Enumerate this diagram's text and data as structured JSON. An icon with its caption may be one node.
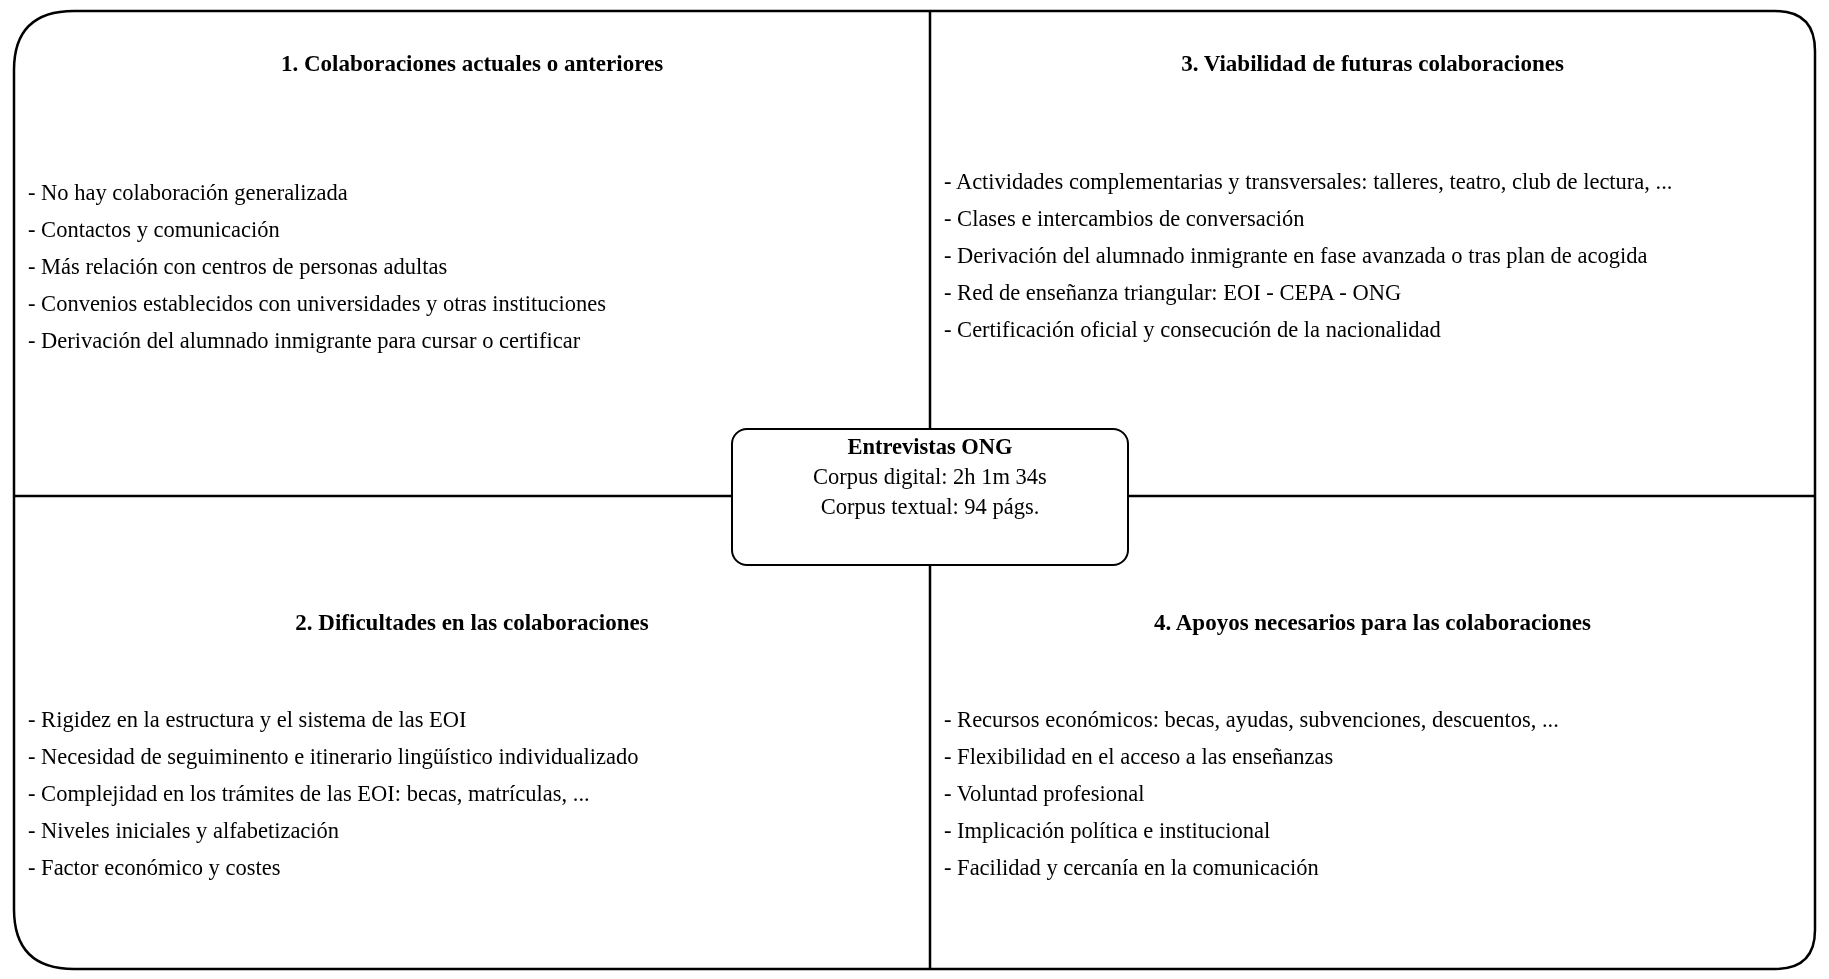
{
  "diagram": {
    "nodes": [
      {
        "text": [
          "1. Colaboraciones actuales o anteriores",
          "- No hay colaboración generalizada",
          "- Contactos y comunicación",
          "- Más relación con centros de personas adultas",
          "- Convenios establecidos con universidades y otras instituciones",
          "- Derivación del alumnado inmigrante para cursar o certificar"
        ]
      },
      {
        "text": [
          "3. Viabilidad de futuras colaboraciones",
          "- Actividades complementarias y transversales: talleres, teatro, club de lectura, ...",
          "- Clases e intercambios de conversación",
          "- Derivación del alumnado inmigrante en fase avanzada o tras plan de acogida",
          "- Red de enseñanza triangular: EOI - CEPA - ONG",
          "- Certificación oficial y consecución de la nacionalidad"
        ]
      },
      {
        "text": [
          "Entrevistas ONG",
          "Corpus digital: 2h 1m 34s",
          "Corpus textual: 94 págs."
        ]
      },
      {
        "text": [
          "2. Dificultades en las colaboraciones",
          "- Rigidez en la estructura y el sistema de las EOI",
          "- Necesidad de seguiminento e itinerario lingüístico individualizado",
          "- Complejidad en los trámites de las EOI: becas, matrículas, ...",
          "- Niveles iniciales y alfabetización",
          "- Factor económico y costes"
        ]
      },
      {
        "text": [
          "4. Apoyos necesarios para las colaboraciones",
          "- Recursos económicos: becas, ayudas, subvenciones, descuentos, ...",
          "- Flexibilidad en el acceso a las enseñanzas",
          "- Voluntad profesional",
          "- Implicación política e institucional",
          "- Facilidad y cercanía en la comunicación"
        ]
      }
    ]
  }
}
